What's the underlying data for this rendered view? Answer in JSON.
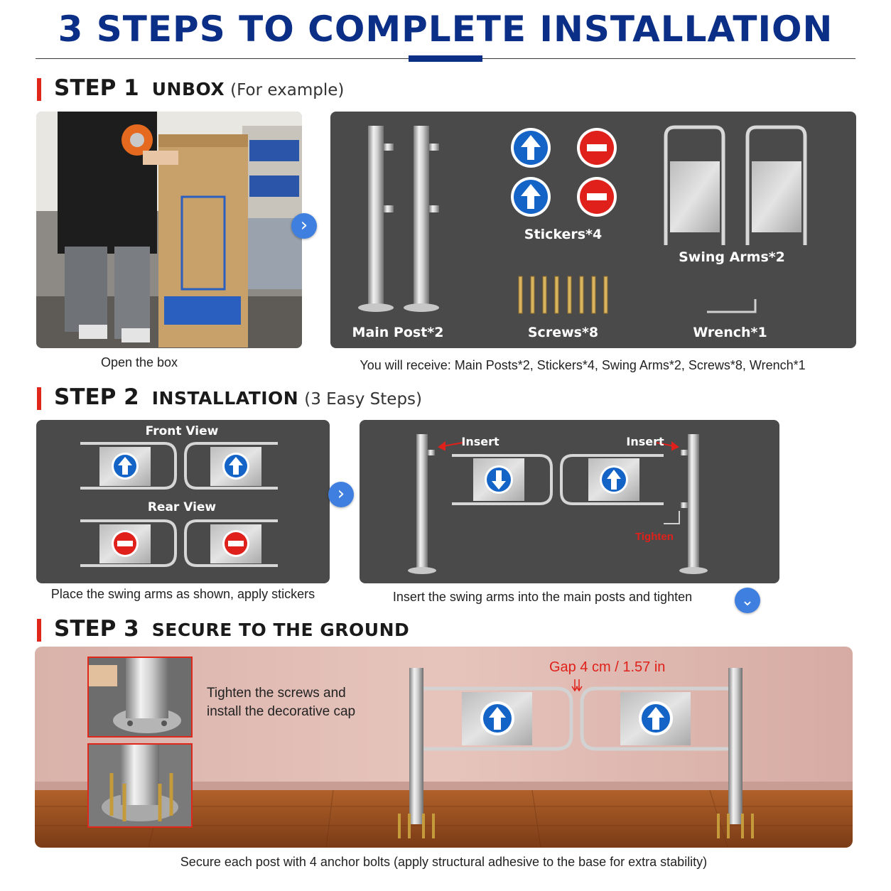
{
  "header": {
    "title": "3 STEPS TO COMPLETE INSTALLATION"
  },
  "step1": {
    "number": "STEP 1",
    "name": "UNBOX",
    "note": "(For example)",
    "photo_caption": "Open the box",
    "parts": {
      "main_post": "Main Post*2",
      "stickers": "Stickers*4",
      "swing_arms": "Swing Arms*2",
      "screws": "Screws*8",
      "wrench": "Wrench*1"
    },
    "receive_caption": "You will receive: Main Posts*2, Stickers*4, Swing Arms*2, Screws*8, Wrench*1"
  },
  "step2": {
    "number": "STEP 2",
    "name": "INSTALLATION",
    "note": "(3 Easy Steps)",
    "front_view": "Front View",
    "rear_view": "Rear View",
    "left_caption": "Place the swing arms as shown, apply stickers",
    "insert_label": "Insert",
    "tighten_label": "Tighten",
    "right_caption": "Insert the swing arms into the main posts and tighten"
  },
  "step3": {
    "number": "STEP 3",
    "name": "SECURE TO THE GROUND",
    "tighten_note_line1": "Tighten the screws and",
    "tighten_note_line2": "install the decorative cap",
    "gap_label": "Gap 4 cm / 1.57 in",
    "bottom_caption": "Secure each post with 4 anchor bolts (apply structural adhesive to the base for extra stability)"
  },
  "colors": {
    "title_blue": "#0b2f87",
    "accent_red": "#e0271b",
    "panel_gray": "#4a4a4a",
    "next_blue": "#3f7fe0"
  },
  "icons": {
    "next": "chevron-right-icon",
    "down": "chevron-down-icon",
    "arrow_sign": "up-arrow-sign-icon",
    "no_entry": "no-entry-sign-icon"
  }
}
